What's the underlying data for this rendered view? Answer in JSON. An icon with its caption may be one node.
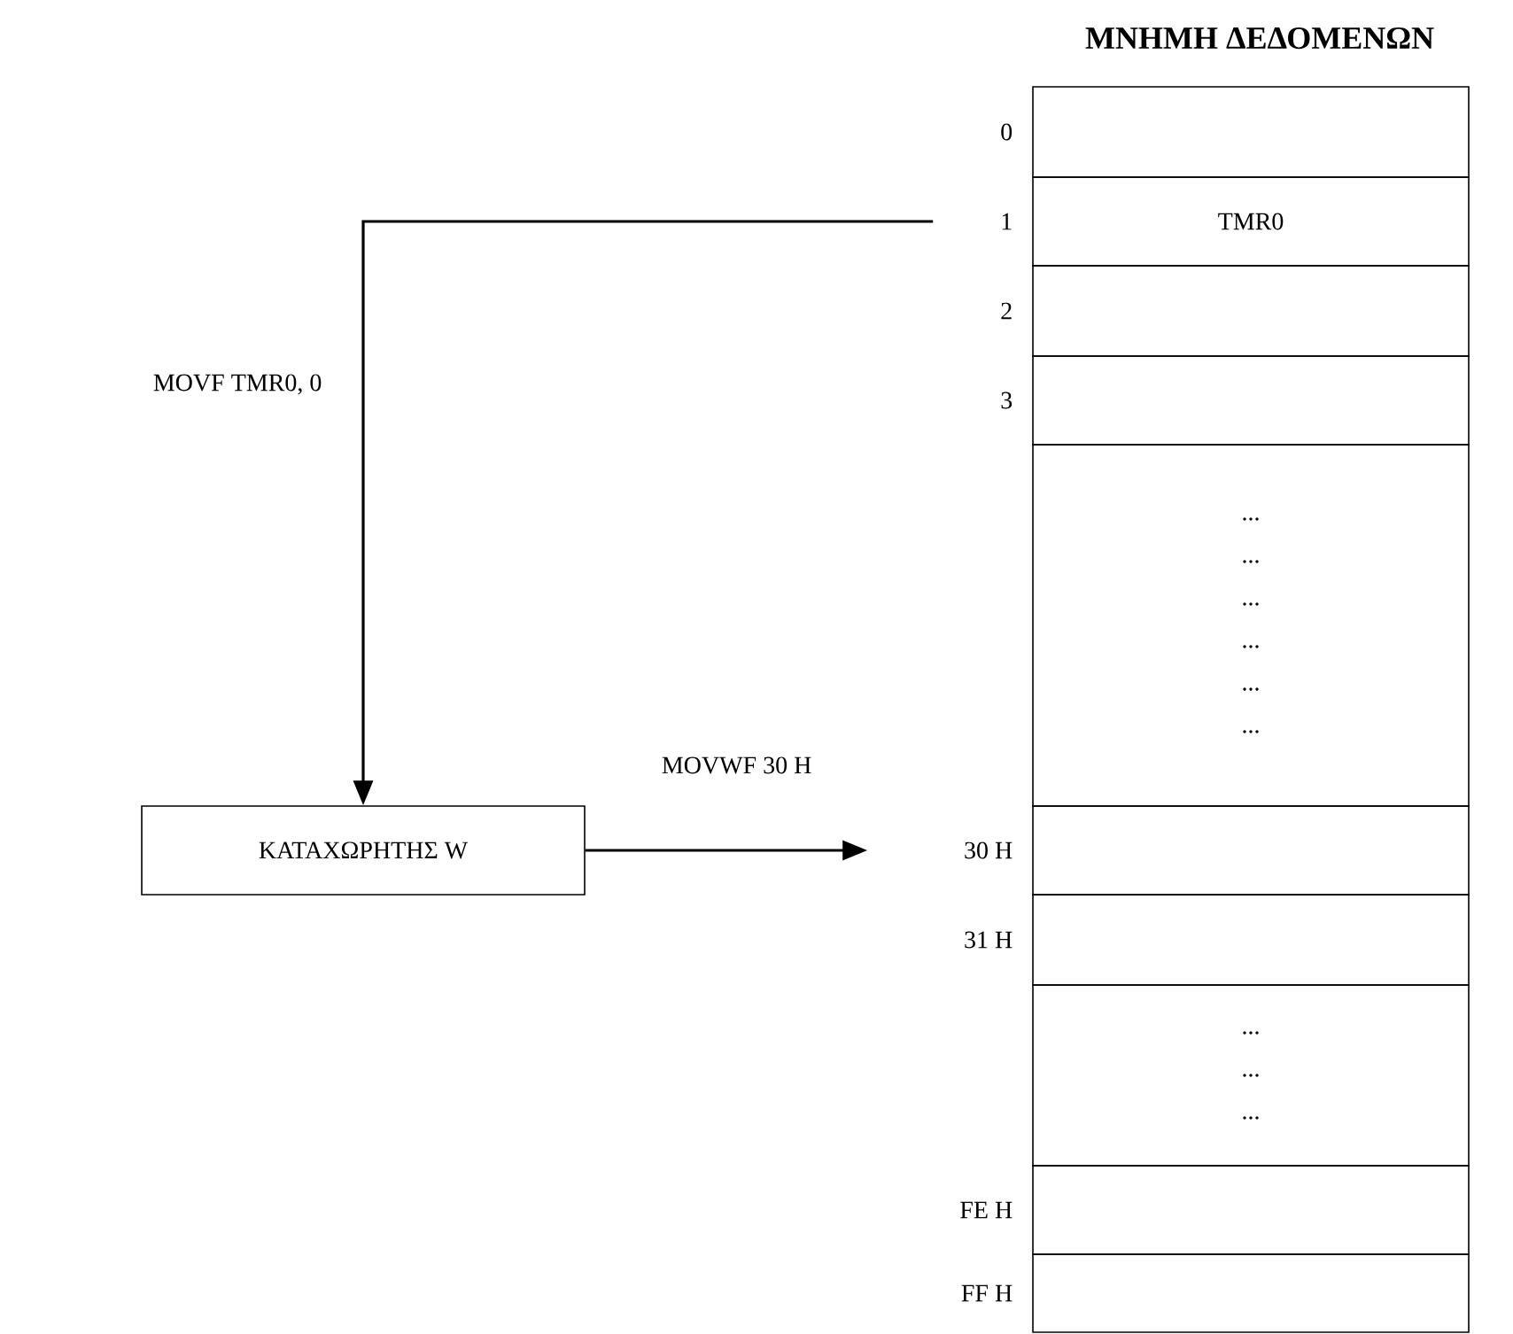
{
  "diagram": {
    "title": "ΜΝΗΜΗ ΔΕΔΟΜΕΝΩΝ",
    "nodes": [
      {
        "text": [],
        "shape": "box",
        "beside": [
          "0"
        ]
      },
      {
        "text": [
          "TMR0"
        ],
        "beside": [
          "1"
        ]
      },
      {
        "text": [],
        "shape": "box",
        "beside": [
          "2"
        ]
      },
      {
        "text": [],
        "shape": "box",
        "beside": [
          "3"
        ]
      },
      {
        "text": [
          "...",
          "...",
          "...",
          "...",
          "...",
          "..."
        ]
      },
      {
        "text": [],
        "shape": "box",
        "beside": [
          "30 H"
        ]
      },
      {
        "text": [],
        "shape": "box",
        "beside": [
          "31 H"
        ]
      },
      {
        "text": [
          "...",
          "...",
          "..."
        ]
      },
      {
        "text": [],
        "shape": "box",
        "beside": [
          "FE H"
        ]
      },
      {
        "text": [],
        "shape": "box",
        "beside": [
          "FF H"
        ]
      },
      {
        "text": [
          "ΚΑΤΑΧΩΡΗΤΗΣ W"
        ]
      }
    ],
    "edges": [
      {
        "from": 1,
        "to": 10,
        "arrow": "to",
        "label": "MOVF TMR0, 0"
      },
      {
        "from": 10,
        "to": 5,
        "arrow": "to",
        "label": "MOVWF 30 H"
      }
    ]
  }
}
